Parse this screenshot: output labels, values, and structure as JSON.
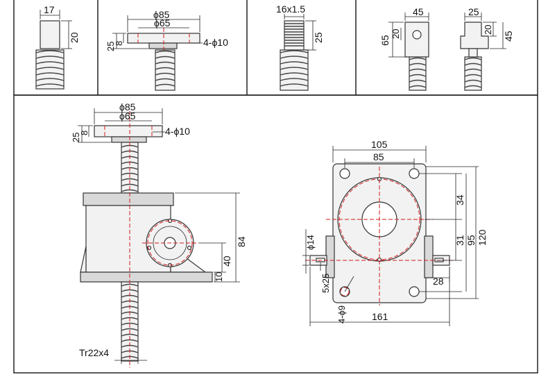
{
  "panel_top_1": {
    "width_label": "17",
    "height_label": "20"
  },
  "panel_top_2": {
    "outer_dia_label": "ϕ85",
    "bolt_circle_label": "ϕ65",
    "total_h_label": "25",
    "flange_h_label": "8",
    "holes_label": "4-ϕ10"
  },
  "panel_top_3": {
    "thread_label": "16x1.5",
    "length_label": "25"
  },
  "panel_top_4": {
    "width_label": "45",
    "height_label": "65",
    "inner_label": "20"
  },
  "panel_top_5": {
    "width_label": "25",
    "h1_label": "20",
    "h2_label": "45"
  },
  "main_side": {
    "outer_dia_label": "ϕ85",
    "bolt_circle_label": "ϕ65",
    "total_h_label": "25",
    "flange_h_label": "8",
    "holes_label": "4-ϕ10",
    "body_h_label": "84",
    "shaft_h_label": "40",
    "base_h_label": "10",
    "screw_label": "Tr22x4"
  },
  "main_top": {
    "overall_w_label": "105",
    "hole_spacing_label": "85",
    "h34_label": "34",
    "h31_label": "31",
    "h95_label": "95",
    "h120_label": "120",
    "shaft_dia_label": "ϕ14",
    "key_label": "5x25",
    "shaft_len_label": "28",
    "holes_label": "4-ϕ9",
    "total_w_label": "161"
  }
}
